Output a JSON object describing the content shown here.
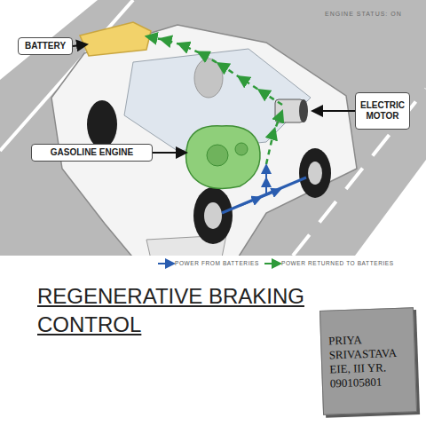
{
  "diagram": {
    "title": "REGENERATIVE BRAKING CONTROL",
    "nodes": [
      {
        "text": [
          "BATTERY"
        ]
      },
      {
        "text": [
          "ELECTRIC MOTOR"
        ]
      },
      {
        "text": [
          "GASOLINE ENGINE"
        ]
      },
      {
        "text": [
          "PRIYA SRIVASTAVA EIE, III YR. 090105801"
        ]
      }
    ],
    "labels": [
      "ENGINE STATUS: ON"
    ],
    "legend": [
      {
        "text": "POWER FROM BATTERIES"
      },
      {
        "text": "POWER RETURNED TO BATTERIES"
      }
    ]
  }
}
